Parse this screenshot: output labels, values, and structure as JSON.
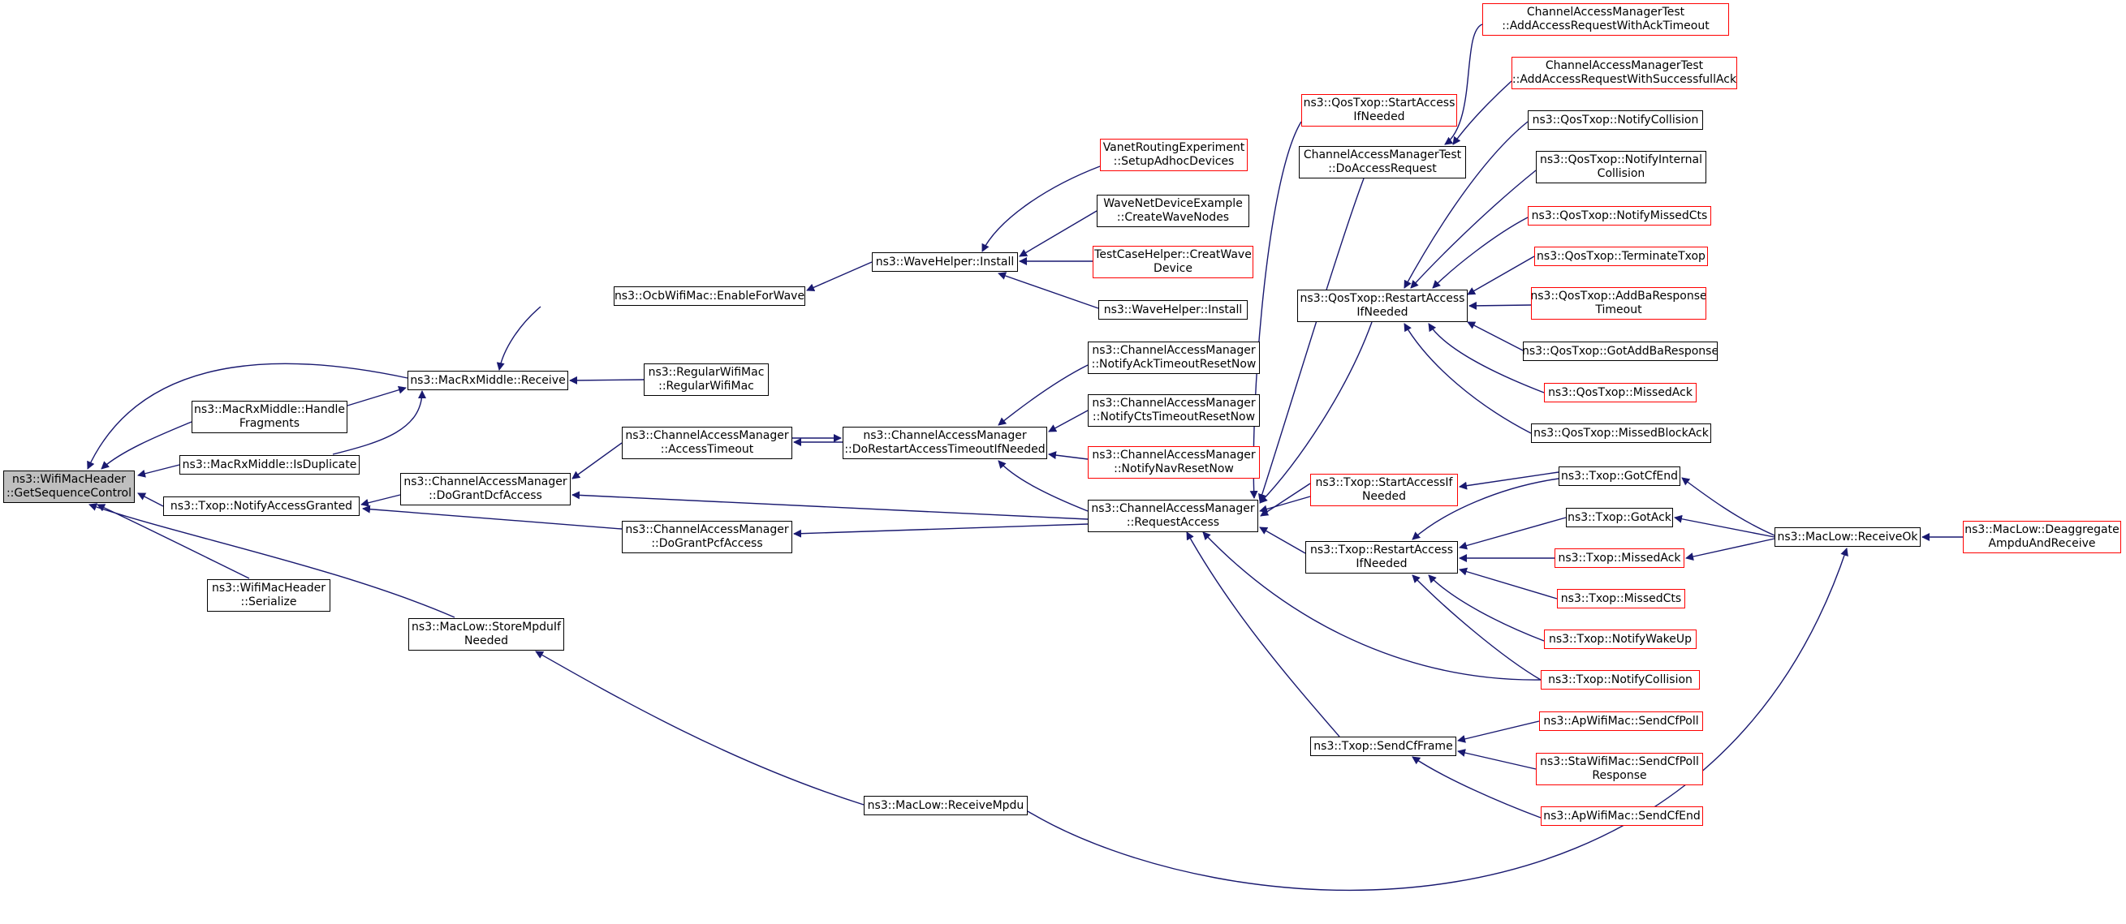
{
  "colors": {
    "edge": "#191970",
    "node_border": "#000000",
    "truncated_border": "#ff0000",
    "root_fill": "#bfbfbf"
  },
  "nodes": {
    "root": "ns3::WifiMacHeader\n::GetSequenceControl",
    "rx_receive": "ns3::MacRxMiddle::Receive",
    "rx_handle": "ns3::MacRxMiddle::Handle\nFragments",
    "rx_isdup": "ns3::MacRxMiddle::IsDuplicate",
    "txop_nag": "ns3::Txop::NotifyAccessGranted",
    "wmh_ser": "ns3::WifiMacHeader\n::Serialize",
    "ml_store": "ns3::MacLow::StoreMpduIf\nNeeded",
    "ocb_enable": "ns3::OcbWifiMac::EnableForWave",
    "reg_mac": "ns3::RegularWifiMac\n::RegularWifiMac",
    "cam_dgdcf": "ns3::ChannelAccessManager\n::DoGrantDcfAccess",
    "cam_dgpcf": "ns3::ChannelAccessManager\n::DoGrantPcfAccess",
    "cam_at": "ns3::ChannelAccessManager\n::AccessTimeout",
    "wh_install": "ns3::WaveHelper::Install",
    "cam_dorestart": "ns3::ChannelAccessManager\n::DoRestartAccessTimeoutIfNeeded",
    "ml_rmpdu": "ns3::MacLow::ReceiveMpdu",
    "vre": "VanetRoutingExperiment\n::SetupAdhocDevices",
    "wnde": "WaveNetDeviceExample\n::CreateWaveNodes",
    "tch": "TestCaseHelper::CreatWave\nDevice",
    "wh_install2": "ns3::WaveHelper::Install",
    "cam_ack": "ns3::ChannelAccessManager\n::NotifyAckTimeoutResetNow",
    "cam_cts": "ns3::ChannelAccessManager\n::NotifyCtsTimeoutResetNow",
    "cam_nav": "ns3::ChannelAccessManager\n::NotifyNavResetNow",
    "cam_ra": "ns3::ChannelAccessManager\n::RequestAccess",
    "qos_saifn": "ns3::QosTxop::StartAccess\nIfNeeded",
    "camt_dar": "ChannelAccessManagerTest\n::DoAccessRequest",
    "qos_raifn": "ns3::QosTxop::RestartAccess\nIfNeeded",
    "txop_saifn": "ns3::Txop::StartAccessIf\nNeeded",
    "txop_raifn": "ns3::Txop::RestartAccess\nIfNeeded",
    "txop_scf": "ns3::Txop::SendCfFrame",
    "camt_ack_to": "ChannelAccessManagerTest\n::AddAccessRequestWithAckTimeout",
    "camt_succ": "ChannelAccessManagerTest\n::AddAccessRequestWithSuccessfullAck",
    "qos_ncol": "ns3::QosTxop::NotifyCollision",
    "qos_nint": "ns3::QosTxop::NotifyInternal\nCollision",
    "qos_nmcts": "ns3::QosTxop::NotifyMissedCts",
    "qos_term": "ns3::QosTxop::TerminateTxop",
    "qos_addba": "ns3::QosTxop::AddBaResponse\nTimeout",
    "qos_gotaddba": "ns3::QosTxop::GotAddBaResponse",
    "qos_mack": "ns3::QosTxop::MissedAck",
    "qos_mback": "ns3::QosTxop::MissedBlockAck",
    "txop_gcfe": "ns3::Txop::GotCfEnd",
    "txop_gack": "ns3::Txop::GotAck",
    "txop_mack": "ns3::Txop::MissedAck",
    "txop_mcts": "ns3::Txop::MissedCts",
    "txop_nwu": "ns3::Txop::NotifyWakeUp",
    "txop_ncol": "ns3::Txop::NotifyCollision",
    "ap_scfp": "ns3::ApWifiMac::SendCfPoll",
    "sta_scfp": "ns3::StaWifiMac::SendCfPoll\nResponse",
    "ap_scfe": "ns3::ApWifiMac::SendCfEnd",
    "ml_rok": "ns3::MacLow::ReceiveOk",
    "ml_deagg": "ns3::MacLow::Deaggregate\nAmpduAndReceive"
  }
}
